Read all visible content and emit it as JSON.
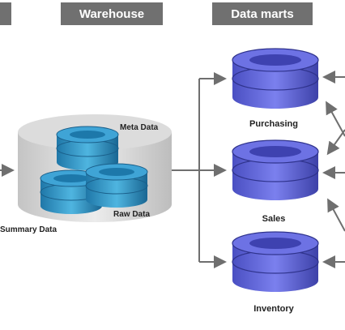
{
  "headers": {
    "warehouse": "Warehouse",
    "data_marts": "Data marts"
  },
  "warehouse": {
    "meta_label": "Meta Data",
    "raw_label": "Raw Data",
    "summary_label": "Summary Data"
  },
  "marts": [
    {
      "label": "Purchasing"
    },
    {
      "label": "Sales"
    },
    {
      "label": "Inventory"
    }
  ],
  "colors": {
    "header_bg": "#707070",
    "arrow": "#6f6f6f",
    "warehouse_disk": "#d8d8d8",
    "teal_db": "#2a8fc2",
    "mart_db": "#5a5fd6"
  }
}
